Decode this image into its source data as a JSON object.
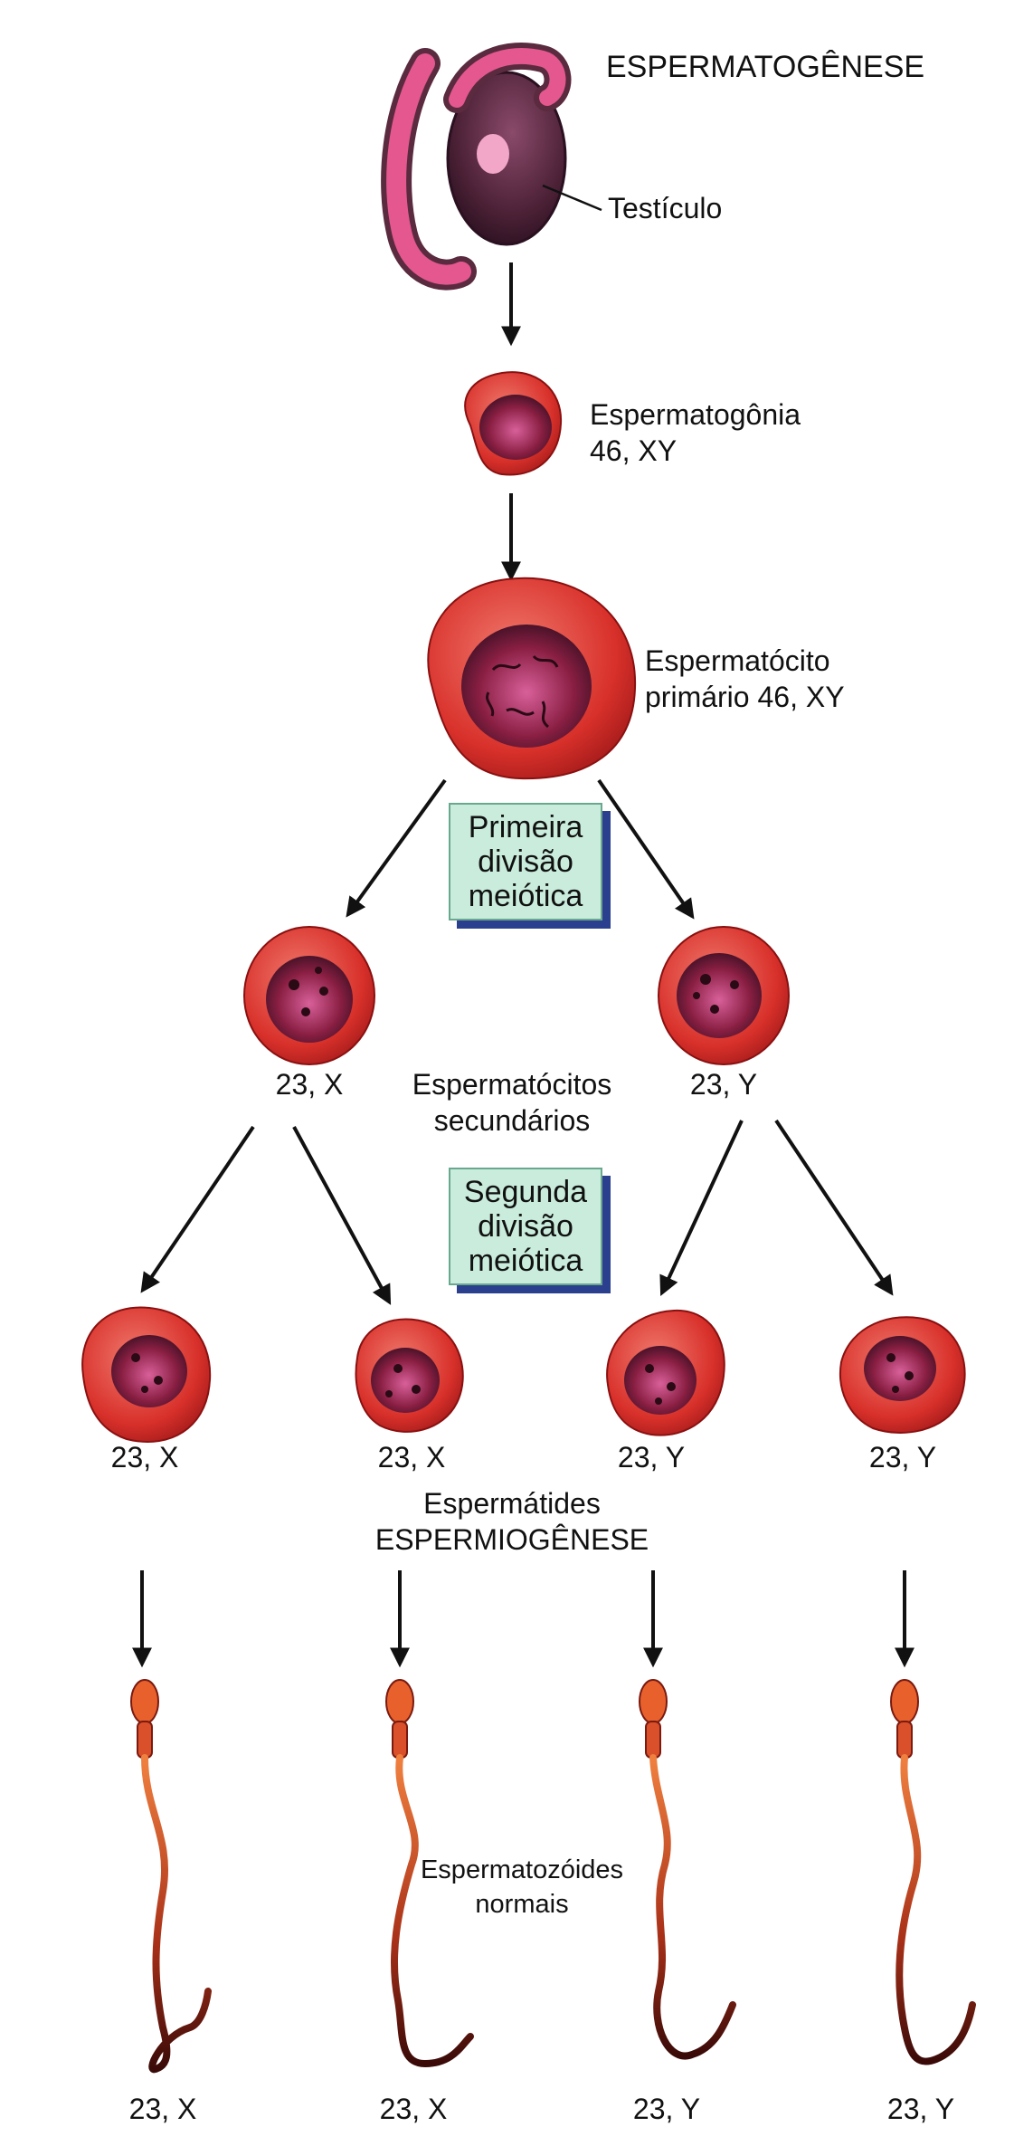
{
  "title": "ESPERMATOGÊNESE",
  "testis_label": "Testículo",
  "spermatogonium": {
    "name": "Espermatogônia",
    "karyotype": "46, XY"
  },
  "primary_spermatocyte": {
    "name_line1": "Espermatócito",
    "name_line2": "primário 46, XY"
  },
  "first_division": [
    "Primeira",
    "divisão",
    "meiótica"
  ],
  "secondary_spermatocytes": {
    "left_karyotype": "23, X",
    "right_karyotype": "23, Y",
    "name_line1": "Espermatócitos",
    "name_line2": "secundários"
  },
  "second_division": [
    "Segunda",
    "divisão",
    "meiótica"
  ],
  "spermatids": {
    "karyotypes": [
      "23, X",
      "23, X",
      "23, Y",
      "23, Y"
    ],
    "name": "Espermátides",
    "process": "ESPERMIOGÊNESE"
  },
  "sperm": {
    "name_line1": "Espermatozóides",
    "name_line2": "normais",
    "karyotypes": [
      "23, X",
      "23, X",
      "23, Y",
      "23, Y"
    ]
  },
  "colors": {
    "cell_outer": "#d8302a",
    "cell_inner": "#e5554a",
    "nucleus": "#8a1f43",
    "testis": "#5a2a3f",
    "epididymis": "#e4578f",
    "box_fill": "#c9ecdc",
    "box_shadow": "#2b3f8f"
  }
}
